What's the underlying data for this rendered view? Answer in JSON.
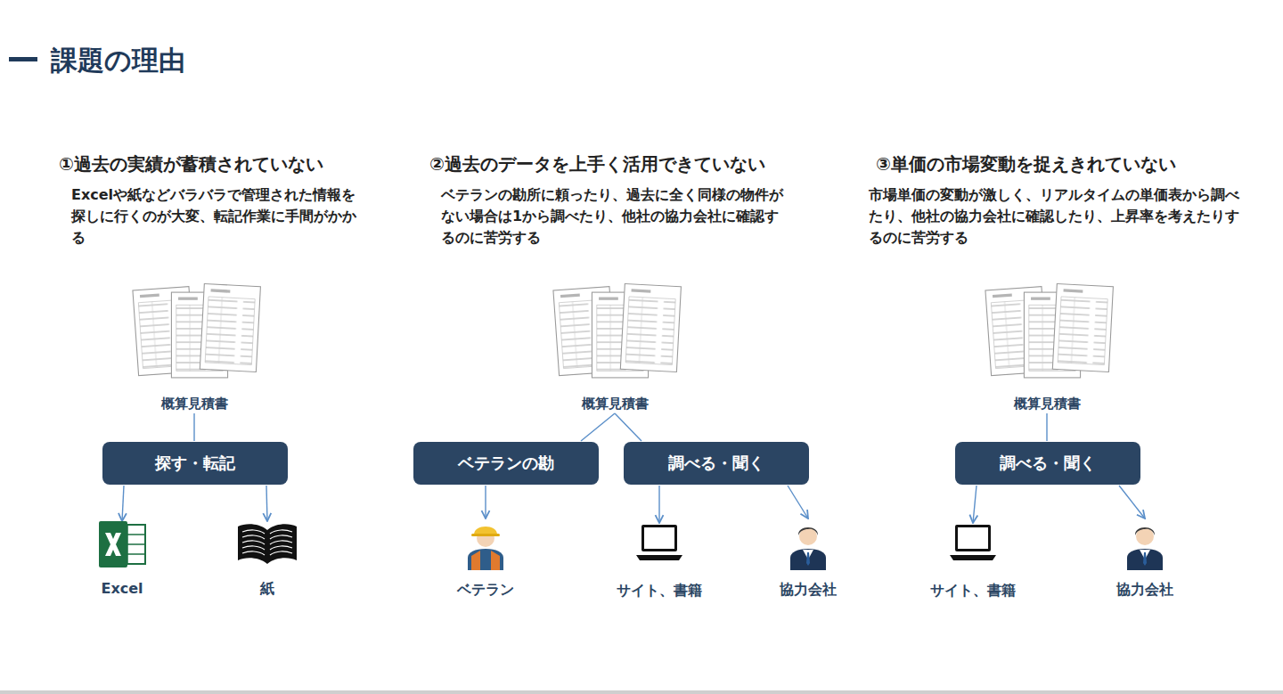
{
  "diagram": {
    "title": "課題の理由",
    "nodes": [
      {
        "text": [
          "概算見積書"
        ]
      },
      {
        "text": [
          "探す・転記"
        ]
      },
      {
        "text": [
          "Excel"
        ]
      },
      {
        "text": [
          "紙"
        ]
      },
      {
        "text": [
          "概算見積書"
        ]
      },
      {
        "text": [
          "ベテランの勘"
        ]
      },
      {
        "text": [
          "調べる・聞く"
        ]
      },
      {
        "text": [
          "ベテラン"
        ]
      },
      {
        "text": [
          "サイト、書籍"
        ]
      },
      {
        "text": [
          "協力会社"
        ]
      },
      {
        "text": [
          "概算見積書"
        ]
      },
      {
        "text": [
          "調べる・聞く"
        ]
      },
      {
        "text": [
          "サイト、書籍"
        ]
      },
      {
        "text": [
          "協力会社"
        ]
      }
    ],
    "edges": [
      {
        "from": 0,
        "to": 1,
        "arrow": "none"
      },
      {
        "from": 1,
        "to": 2,
        "arrow": "to"
      },
      {
        "from": 1,
        "to": 3,
        "arrow": "to"
      },
      {
        "from": 4,
        "to": 5,
        "arrow": "none"
      },
      {
        "from": 4,
        "to": 6,
        "arrow": "none"
      },
      {
        "from": 5,
        "to": 7,
        "arrow": "to"
      },
      {
        "from": 6,
        "to": 8,
        "arrow": "to"
      },
      {
        "from": 6,
        "to": 9,
        "arrow": "to"
      },
      {
        "from": 10,
        "to": 11,
        "arrow": "none"
      },
      {
        "from": 11,
        "to": 12,
        "arrow": "to"
      },
      {
        "from": 11,
        "to": 13,
        "arrow": "to"
      }
    ],
    "labels": [
      "①過去の実績が蓄積されていない",
      "Excelや紙などバラバラで管理された情報を探しに行くのが大変、転記作業に手間がかかる",
      "②過去のデータを上手く活用できていない",
      "ベテランの勘所に頼ったり、過去に全く同様の物件がない場合は1から調べたり、他社の協力会社に確認するのに苦労する",
      "③単価の市場変動を捉えきれていない",
      "市場単価の変動が激しく、リアルタイムの単価表から調べたり、他社の協力会社に確認したり、上昇率を考えたりするのに苦労する"
    ]
  }
}
